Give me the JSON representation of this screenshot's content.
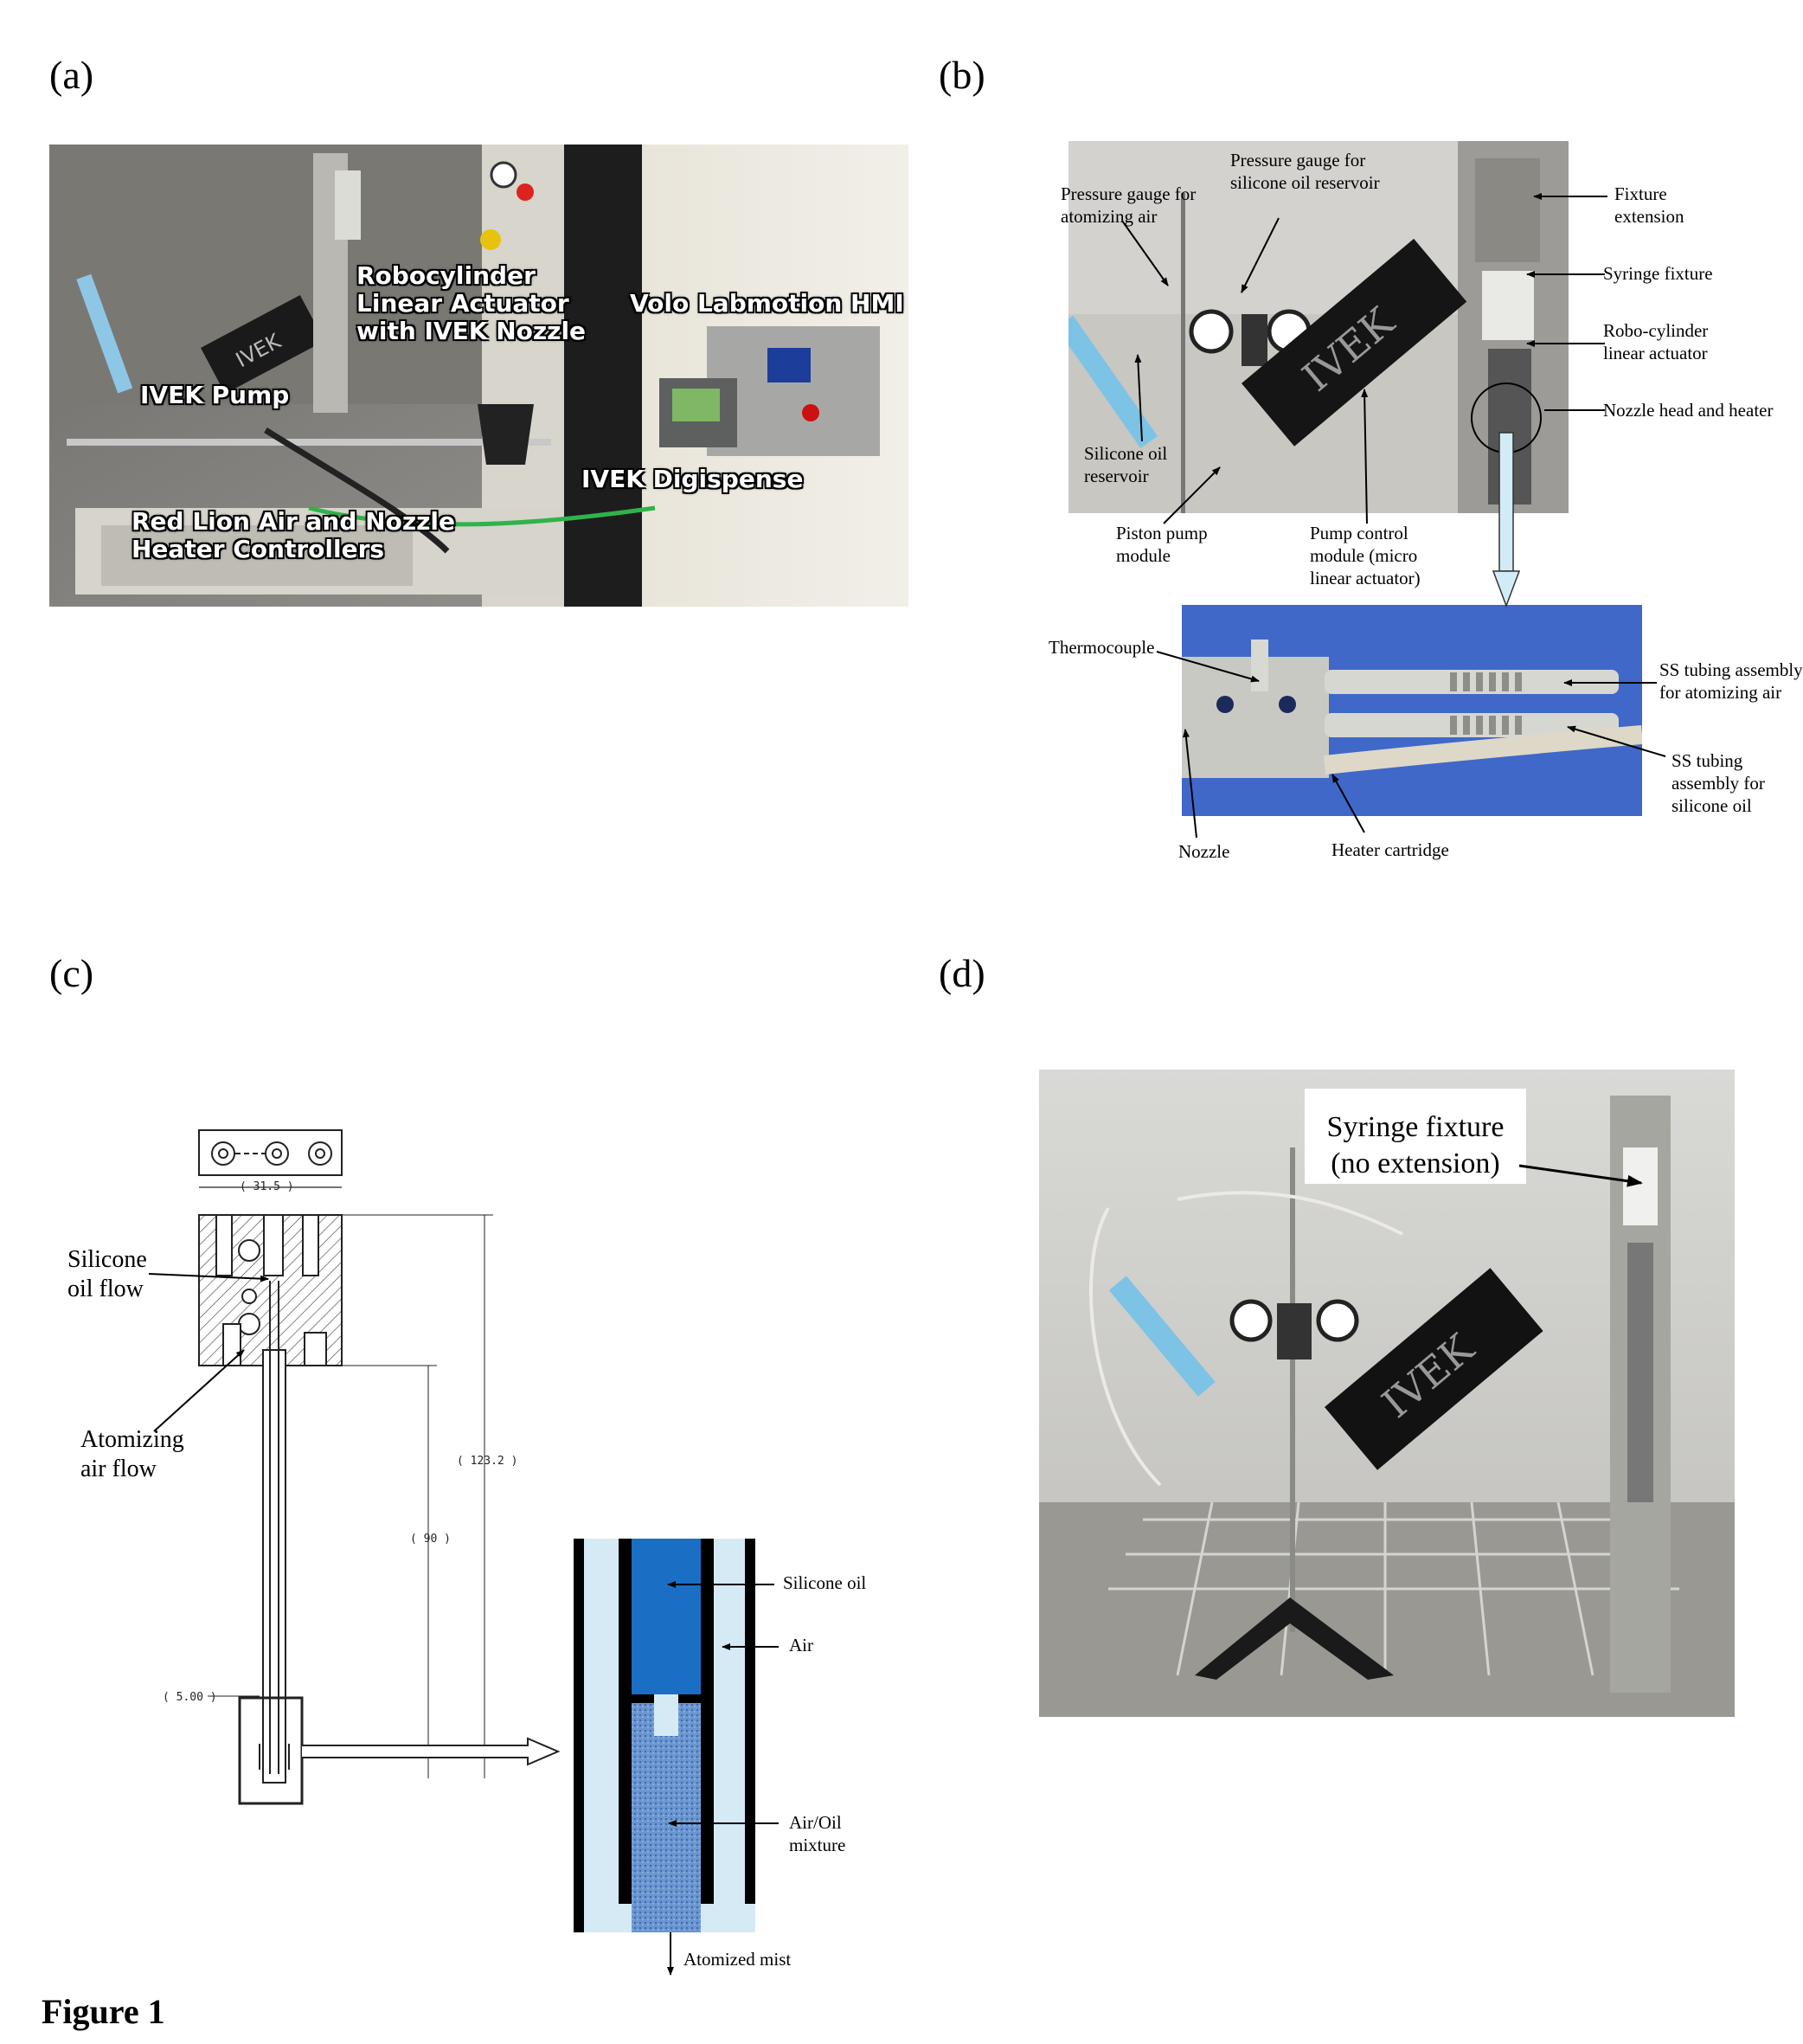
{
  "panels": {
    "a": {
      "letter": "(a)",
      "labels": {
        "robocylinder": [
          "Robocylinder",
          "Linear Actuator",
          "with IVEK Nozzle"
        ],
        "volo": "Volo Labmotion HMI",
        "ivek_pump": "IVEK Pump",
        "digispense": "IVEK Digispense",
        "red_lion": [
          "Red Lion Air and Nozzle",
          "Heater Controllers"
        ]
      }
    },
    "b": {
      "letter": "(b)",
      "labels": {
        "gauge_silicone": [
          "Pressure gauge for",
          "silicone oil reservoir"
        ],
        "gauge_air": [
          "Pressure gauge for",
          "atomizing air"
        ],
        "fixture_ext": [
          "Fixture",
          "extension"
        ],
        "syringe_fixture": "Syringe fixture",
        "robo_cylinder": [
          "Robo-cylinder",
          "linear actuator"
        ],
        "nozzle_head": "Nozzle head and heater",
        "silicone_res": [
          "Silicone oil",
          "reservoir"
        ],
        "piston": [
          "Piston pump",
          "module"
        ],
        "pump_control": [
          "Pump control",
          "module (micro",
          "linear actuator)"
        ],
        "thermocouple": "Thermocouple",
        "ss_air": [
          "SS tubing assembly",
          "for atomizing air"
        ],
        "ss_oil": [
          "SS tubing",
          "assembly for",
          "silicone oil"
        ],
        "nozzle": "Nozzle",
        "heater_cartridge": "Heater cartridge"
      }
    },
    "c": {
      "letter": "(c)",
      "labels": {
        "silicone_flow": [
          "Silicone",
          "oil flow"
        ],
        "atomizing_flow": [
          "Atomizing",
          "air flow"
        ],
        "silicone_oil": "Silicone oil",
        "air": "Air",
        "mixture": [
          "Air/Oil",
          "mixture"
        ],
        "mist": "Atomized mist"
      },
      "dimensions": {
        "width": "( 31.5 )",
        "total_length": "( 123.2 )",
        "mid_length": "( 90 )",
        "tip": "( 5.00 )"
      }
    },
    "d": {
      "letter": "(d)",
      "labels": {
        "callout": [
          "Syringe fixture",
          "(no extension)"
        ]
      }
    }
  },
  "figure_caption": "Figure 1",
  "colors": {
    "oil_blue": "#1a6fc4",
    "air_light": "#d6eaf5",
    "photo_blue_bg": "#3f68c8"
  }
}
